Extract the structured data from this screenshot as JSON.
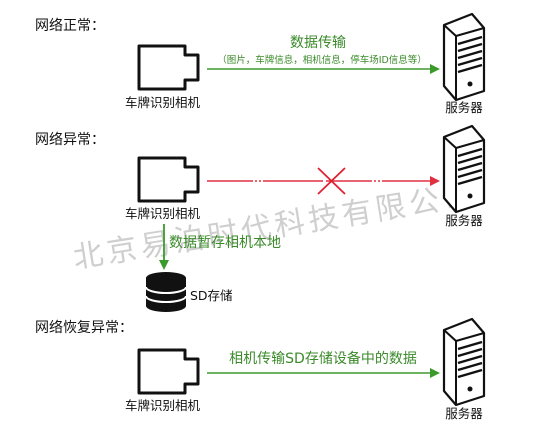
{
  "scenarios": [
    {
      "title": "网络正常：",
      "camera_label": "车牌识别相机",
      "server_label": "服务器",
      "arrow_label": "数据传输",
      "arrow_sublabel": "（图片，车牌信息，相机信息，停车场ID信息等）",
      "arrow_state": "ok"
    },
    {
      "title": "网络异常：",
      "camera_label": "车牌识别相机",
      "server_label": "服务器",
      "arrow_state": "broken",
      "down_label": "数据暂存相机本地",
      "storage_label": "SD存储"
    },
    {
      "title": "网络恢复异常：",
      "camera_label": "车牌识别相机",
      "server_label": "服务器",
      "arrow_label": "相机传输SD存储设备中的数据",
      "arrow_state": "ok"
    }
  ],
  "watermark": "北京易泊时代科技有限公司",
  "colors": {
    "ok_arrow": "#3a9a2a",
    "broken_arrow": "#e03040",
    "cross": "#e02030",
    "label_green": "#3a8a2a"
  }
}
